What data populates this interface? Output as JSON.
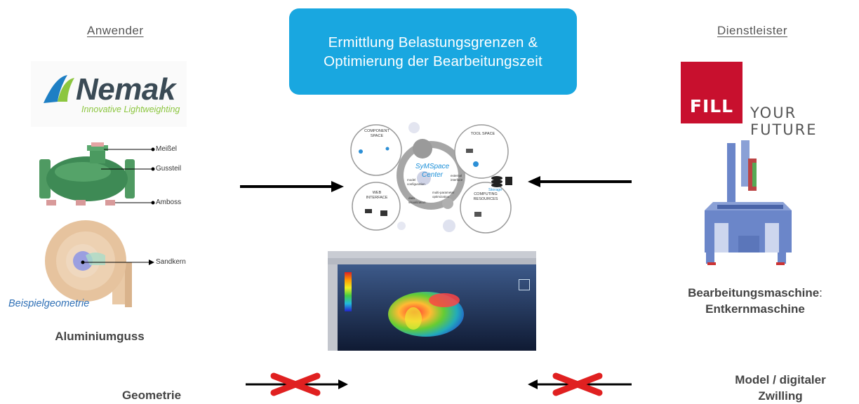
{
  "left_column": {
    "heading": "Anwender",
    "logo": {
      "name": "Nemak",
      "tagline": "Innovative Lightweighting"
    },
    "part_labels": [
      "Meißel",
      "Gussteil",
      "Amboss",
      "Sandkern"
    ],
    "example_label": "Beispielgeometrie",
    "caption": "Aluminiumguss",
    "bottom_label": "Geometrie"
  },
  "right_column": {
    "heading": "Dienstleister",
    "logo": {
      "mark": "FILL",
      "slogan": "YOUR FUTURE"
    },
    "caption_line1": "Bearbeitungsmaschine",
    "caption_colon": ":",
    "caption_line2": "Entkernmaschine",
    "bottom_label_line1": "Model / digitaler",
    "bottom_label_line2": "Zwilling"
  },
  "title_box": {
    "line1": "Ermittlung Belastungsgrenzen &",
    "line2": "Optimierung der Bearbeitungszeit",
    "color": "#19a7e0"
  },
  "symspace": {
    "center_line1": "SyMSpace",
    "center_line2": "Center",
    "component_space_line1": "COMPONENT",
    "component_space_line2": "SPACE",
    "tool_space": "TOOL SPACE",
    "web_interface_line1": "WEB",
    "web_interface_line2": "INTERFACE",
    "computing_resources_line1": "COMPUTING",
    "computing_resources_line2": "RESOURCES",
    "storage": "Storage",
    "model_configuration": "model configuration",
    "data_visualization": "data visualization",
    "multi_parameter_optimization": "multi-parameter optimization",
    "external_interface": "external interface"
  },
  "colors": {
    "arrow": "#000000",
    "cross": "#e02020",
    "fill_red": "#c8102e",
    "nemak_green": "#8cc63f",
    "machine_blue": "#6b86c9"
  }
}
